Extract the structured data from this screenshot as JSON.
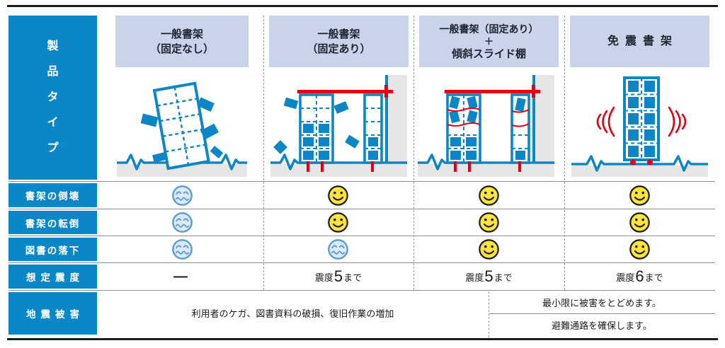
{
  "colors": {
    "brand-blue": "#0b87c7",
    "header-blue": "#c9d4ea",
    "illu-blue": "#0e86c5",
    "accent-red": "#e60012",
    "smiley-yellow": "#ffe33e",
    "sad-fill": "#dce9f7",
    "sad-stroke": "#5b9bd5"
  },
  "table": {
    "product_type_label": "製品タイプ",
    "columns": [
      {
        "id": "general-unfixed",
        "header_lines": [
          "一般書架",
          "（固定なし）"
        ]
      },
      {
        "id": "general-fixed",
        "header_lines": [
          "一般書架",
          "（固定あり）"
        ]
      },
      {
        "id": "fixed-tilt-slide",
        "header_lines": [
          "一般書架（固定あり）",
          "＋",
          "傾斜スライド棚"
        ]
      },
      {
        "id": "seismic-isolated",
        "header_lines": [
          "免震書架"
        ]
      }
    ],
    "rating_rows": [
      {
        "label": "書架の倒壊",
        "values": [
          "sad",
          "happy",
          "happy",
          "happy"
        ]
      },
      {
        "label": "書架の転倒",
        "values": [
          "sad",
          "happy",
          "happy",
          "happy"
        ]
      },
      {
        "label": "図書の落下",
        "values": [
          "sad",
          "sad",
          "happy",
          "happy"
        ]
      }
    ],
    "intensity_row": {
      "label": "想定震度",
      "values": [
        {
          "dash": "—"
        },
        {
          "prefix": "震度",
          "number": "5",
          "suffix": "まで"
        },
        {
          "prefix": "震度",
          "number": "5",
          "suffix": "まで"
        },
        {
          "prefix": "震度",
          "number": "6",
          "suffix": "まで"
        }
      ]
    },
    "damage_row": {
      "label": "地震被害",
      "left_text": "利用者のケガ、図書資料の破損、復旧作業の増加",
      "right_lines": [
        "最小限に被害をとどめます。",
        "避難通路を確保します。"
      ]
    }
  }
}
